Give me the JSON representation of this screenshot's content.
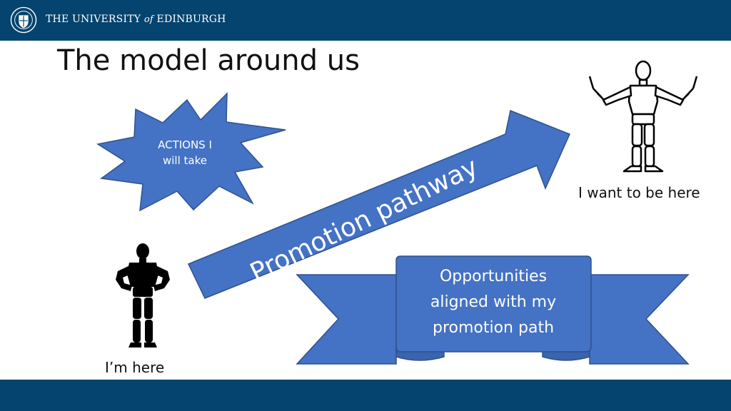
{
  "header": {
    "university_prefix": "THE UNIVERSITY",
    "university_of": "of",
    "university_suffix": "EDINBURGH",
    "crest_icon": "university-crest-icon"
  },
  "slide": {
    "title": "The model around us"
  },
  "diagram": {
    "actions_line1": "ACTIONS I",
    "actions_line2": "will take",
    "pathway_label": "Promotion pathway",
    "opps_line1": "Opportunities",
    "opps_line2": "aligned with my",
    "opps_line3": "promotion path",
    "current_caption": "I’m here",
    "goal_caption": "I want to be here"
  },
  "colors": {
    "header_bar": "#04446e",
    "shape_fill": "#4472c4",
    "shape_stroke": "#2f528f",
    "figure_dark": "#000000"
  }
}
